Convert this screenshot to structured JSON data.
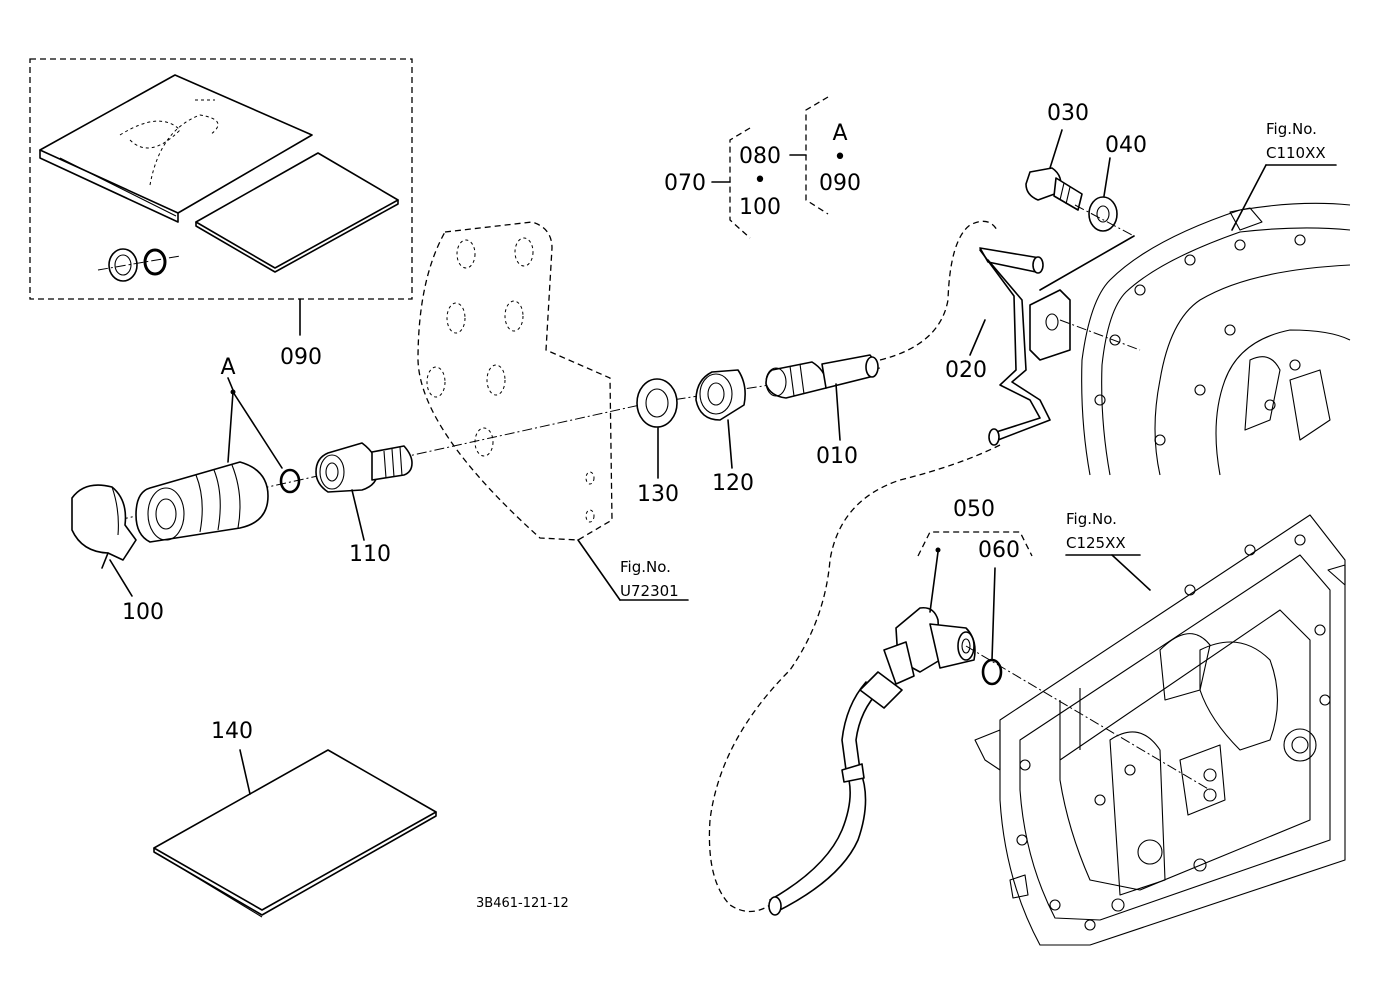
{
  "diagram": {
    "drawing_code": "3B461-121-12",
    "parts": [
      {
        "id": "p010",
        "number": "010"
      },
      {
        "id": "p020",
        "number": "020"
      },
      {
        "id": "p030",
        "number": "030"
      },
      {
        "id": "p040",
        "number": "040"
      },
      {
        "id": "p050",
        "number": "050"
      },
      {
        "id": "p060",
        "number": "060"
      },
      {
        "id": "p070",
        "number": "070"
      },
      {
        "id": "p080",
        "number": "080"
      },
      {
        "id": "p090",
        "number": "090"
      },
      {
        "id": "p100",
        "number": "100"
      },
      {
        "id": "p110",
        "number": "110"
      },
      {
        "id": "p120",
        "number": "120"
      },
      {
        "id": "p130",
        "number": "130"
      },
      {
        "id": "p140",
        "number": "140"
      }
    ],
    "kit_group": {
      "label": "070",
      "left_items": [
        "080",
        "100"
      ],
      "right_items": [
        "A",
        "090"
      ],
      "separator": "•"
    },
    "sub_assembly_marker": "A",
    "figure_refs": [
      {
        "caption": "Fig.No.",
        "number": "C110XX"
      },
      {
        "caption": "Fig.No.",
        "number": "U72301"
      },
      {
        "caption": "Fig.No.",
        "number": "C125XX"
      }
    ]
  }
}
